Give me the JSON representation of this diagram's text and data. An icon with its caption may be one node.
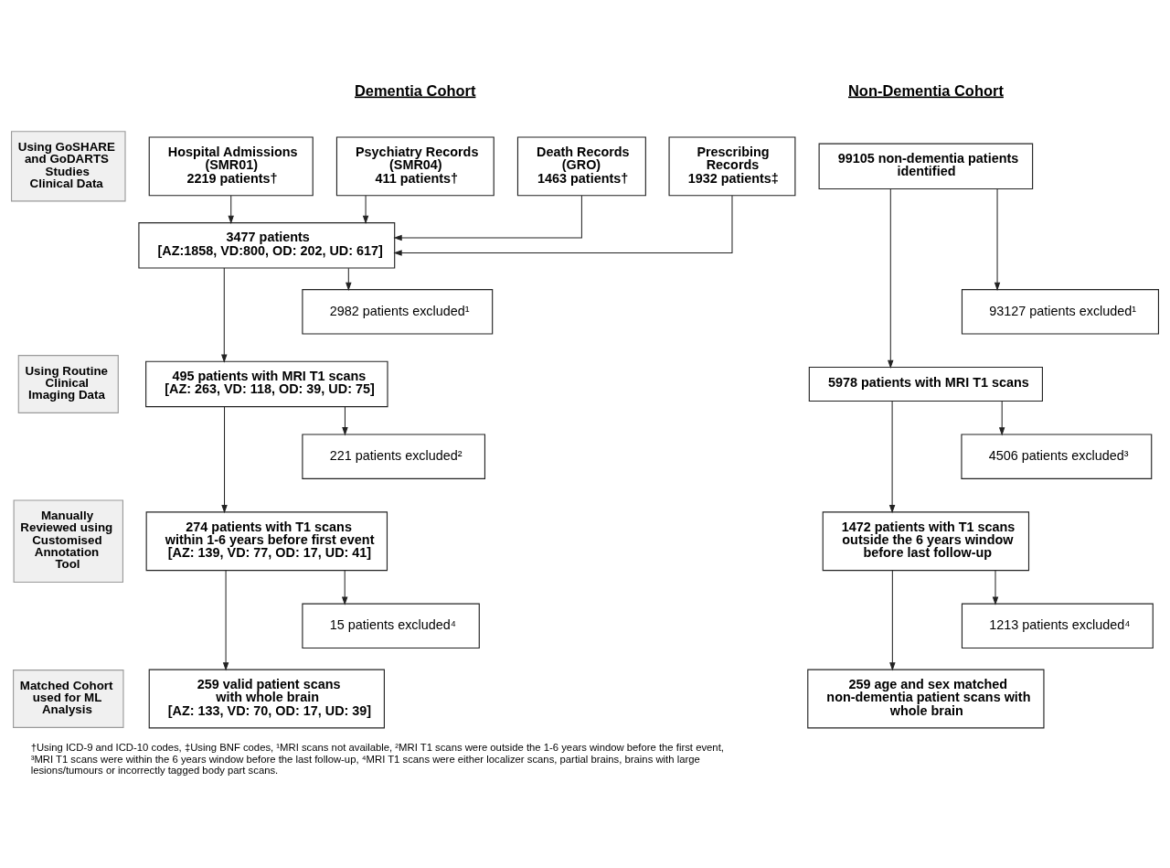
{
  "diagram": {
    "caption": "†Using ICD-9 and ICD-10 codes, ‡Using BNF codes, ¹MRI scans not available, ²MRI T1 scans were outside the 1-6 years window before the first event, ³MRI T1 scans were within the 6 years window before the last follow-up, ⁴MRI T1 scans were either localizer scans, partial brains, brains with large lesions/tumours or incorrectly tagged body part scans.",
    "nodes": [
      {
        "text": [
          "Using GoSHARE and GoDARTS Studies Clinical Data"
        ]
      },
      {
        "text": [
          "Hospital Admissions (SMR01)",
          "2219 patients†"
        ]
      },
      {
        "text": [
          "Psychiatry Records (SMR04)",
          "411 patients†"
        ]
      },
      {
        "text": [
          "Death Records (GRO)",
          "1463 patients†"
        ]
      },
      {
        "text": [
          "Prescribing Records",
          "1932 patients‡"
        ]
      },
      {
        "text": [
          "99105 non-dementia patients identified"
        ]
      },
      {
        "text": [
          "3477 patients",
          "[AZ:1858, VD:800, OD: 202, UD: 617]"
        ]
      },
      {
        "text": [
          "Using Routine Clinical Imaging Data"
        ]
      },
      {
        "text": [
          "2982 patients excluded¹"
        ]
      },
      {
        "text": [
          "93127 patients excluded¹"
        ]
      },
      {
        "text": [
          "495 patients with MRI T1 scans",
          "[AZ: 263, VD: 118, OD: 39, UD: 75]"
        ]
      },
      {
        "text": [
          "5978 patients with MRI T1 scans"
        ]
      },
      {
        "text": [
          "221 patients excluded²"
        ]
      },
      {
        "text": [
          "4506 patients excluded³"
        ]
      },
      {
        "text": [
          "Manually Reviewed using Customised Annotation Tool"
        ]
      },
      {
        "text": [
          "274 patients with T1 scans within 1-6 years before first event",
          "[AZ: 139, VD: 77, OD: 17, UD: 41]"
        ]
      },
      {
        "text": [
          "1472 patients with T1 scans outside the 6 years window before last follow-up"
        ]
      },
      {
        "text": [
          "15 patients excluded⁴"
        ]
      },
      {
        "text": [
          "1213 patients excluded⁴"
        ]
      },
      {
        "text": [
          "Matched Cohort used for ML Analysis"
        ]
      },
      {
        "text": [
          "259 valid patient scans with whole brain",
          "[AZ: 133, VD: 70, OD: 17, UD: 39]"
        ]
      },
      {
        "text": [
          "259 age and sex matched non-dementia patient scans with whole brain"
        ]
      }
    ],
    "edges": [
      {
        "from": 1,
        "to": 6,
        "arrow": "to"
      },
      {
        "from": 2,
        "to": 6,
        "arrow": "to"
      },
      {
        "from": 3,
        "to": 6,
        "arrow": "to"
      },
      {
        "from": 4,
        "to": 6,
        "arrow": "to"
      },
      {
        "from": 6,
        "to": 10,
        "arrow": "to"
      },
      {
        "from": 6,
        "to": 8,
        "arrow": "to"
      },
      {
        "from": 5,
        "to": 11,
        "arrow": "to"
      },
      {
        "from": 5,
        "to": 9,
        "arrow": "to"
      },
      {
        "from": 10,
        "to": 15,
        "arrow": "to"
      },
      {
        "from": 10,
        "to": 12,
        "arrow": "to"
      },
      {
        "from": 11,
        "to": 16,
        "arrow": "to"
      },
      {
        "from": 11,
        "to": 13,
        "arrow": "to"
      },
      {
        "from": 15,
        "to": 20,
        "arrow": "to"
      },
      {
        "from": 15,
        "to": 17,
        "arrow": "to"
      },
      {
        "from": 16,
        "to": 21,
        "arrow": "to"
      },
      {
        "from": 16,
        "to": 18,
        "arrow": "to"
      }
    ],
    "labels": [
      "Dementia Cohort",
      "Non-Dementia Cohort"
    ]
  }
}
